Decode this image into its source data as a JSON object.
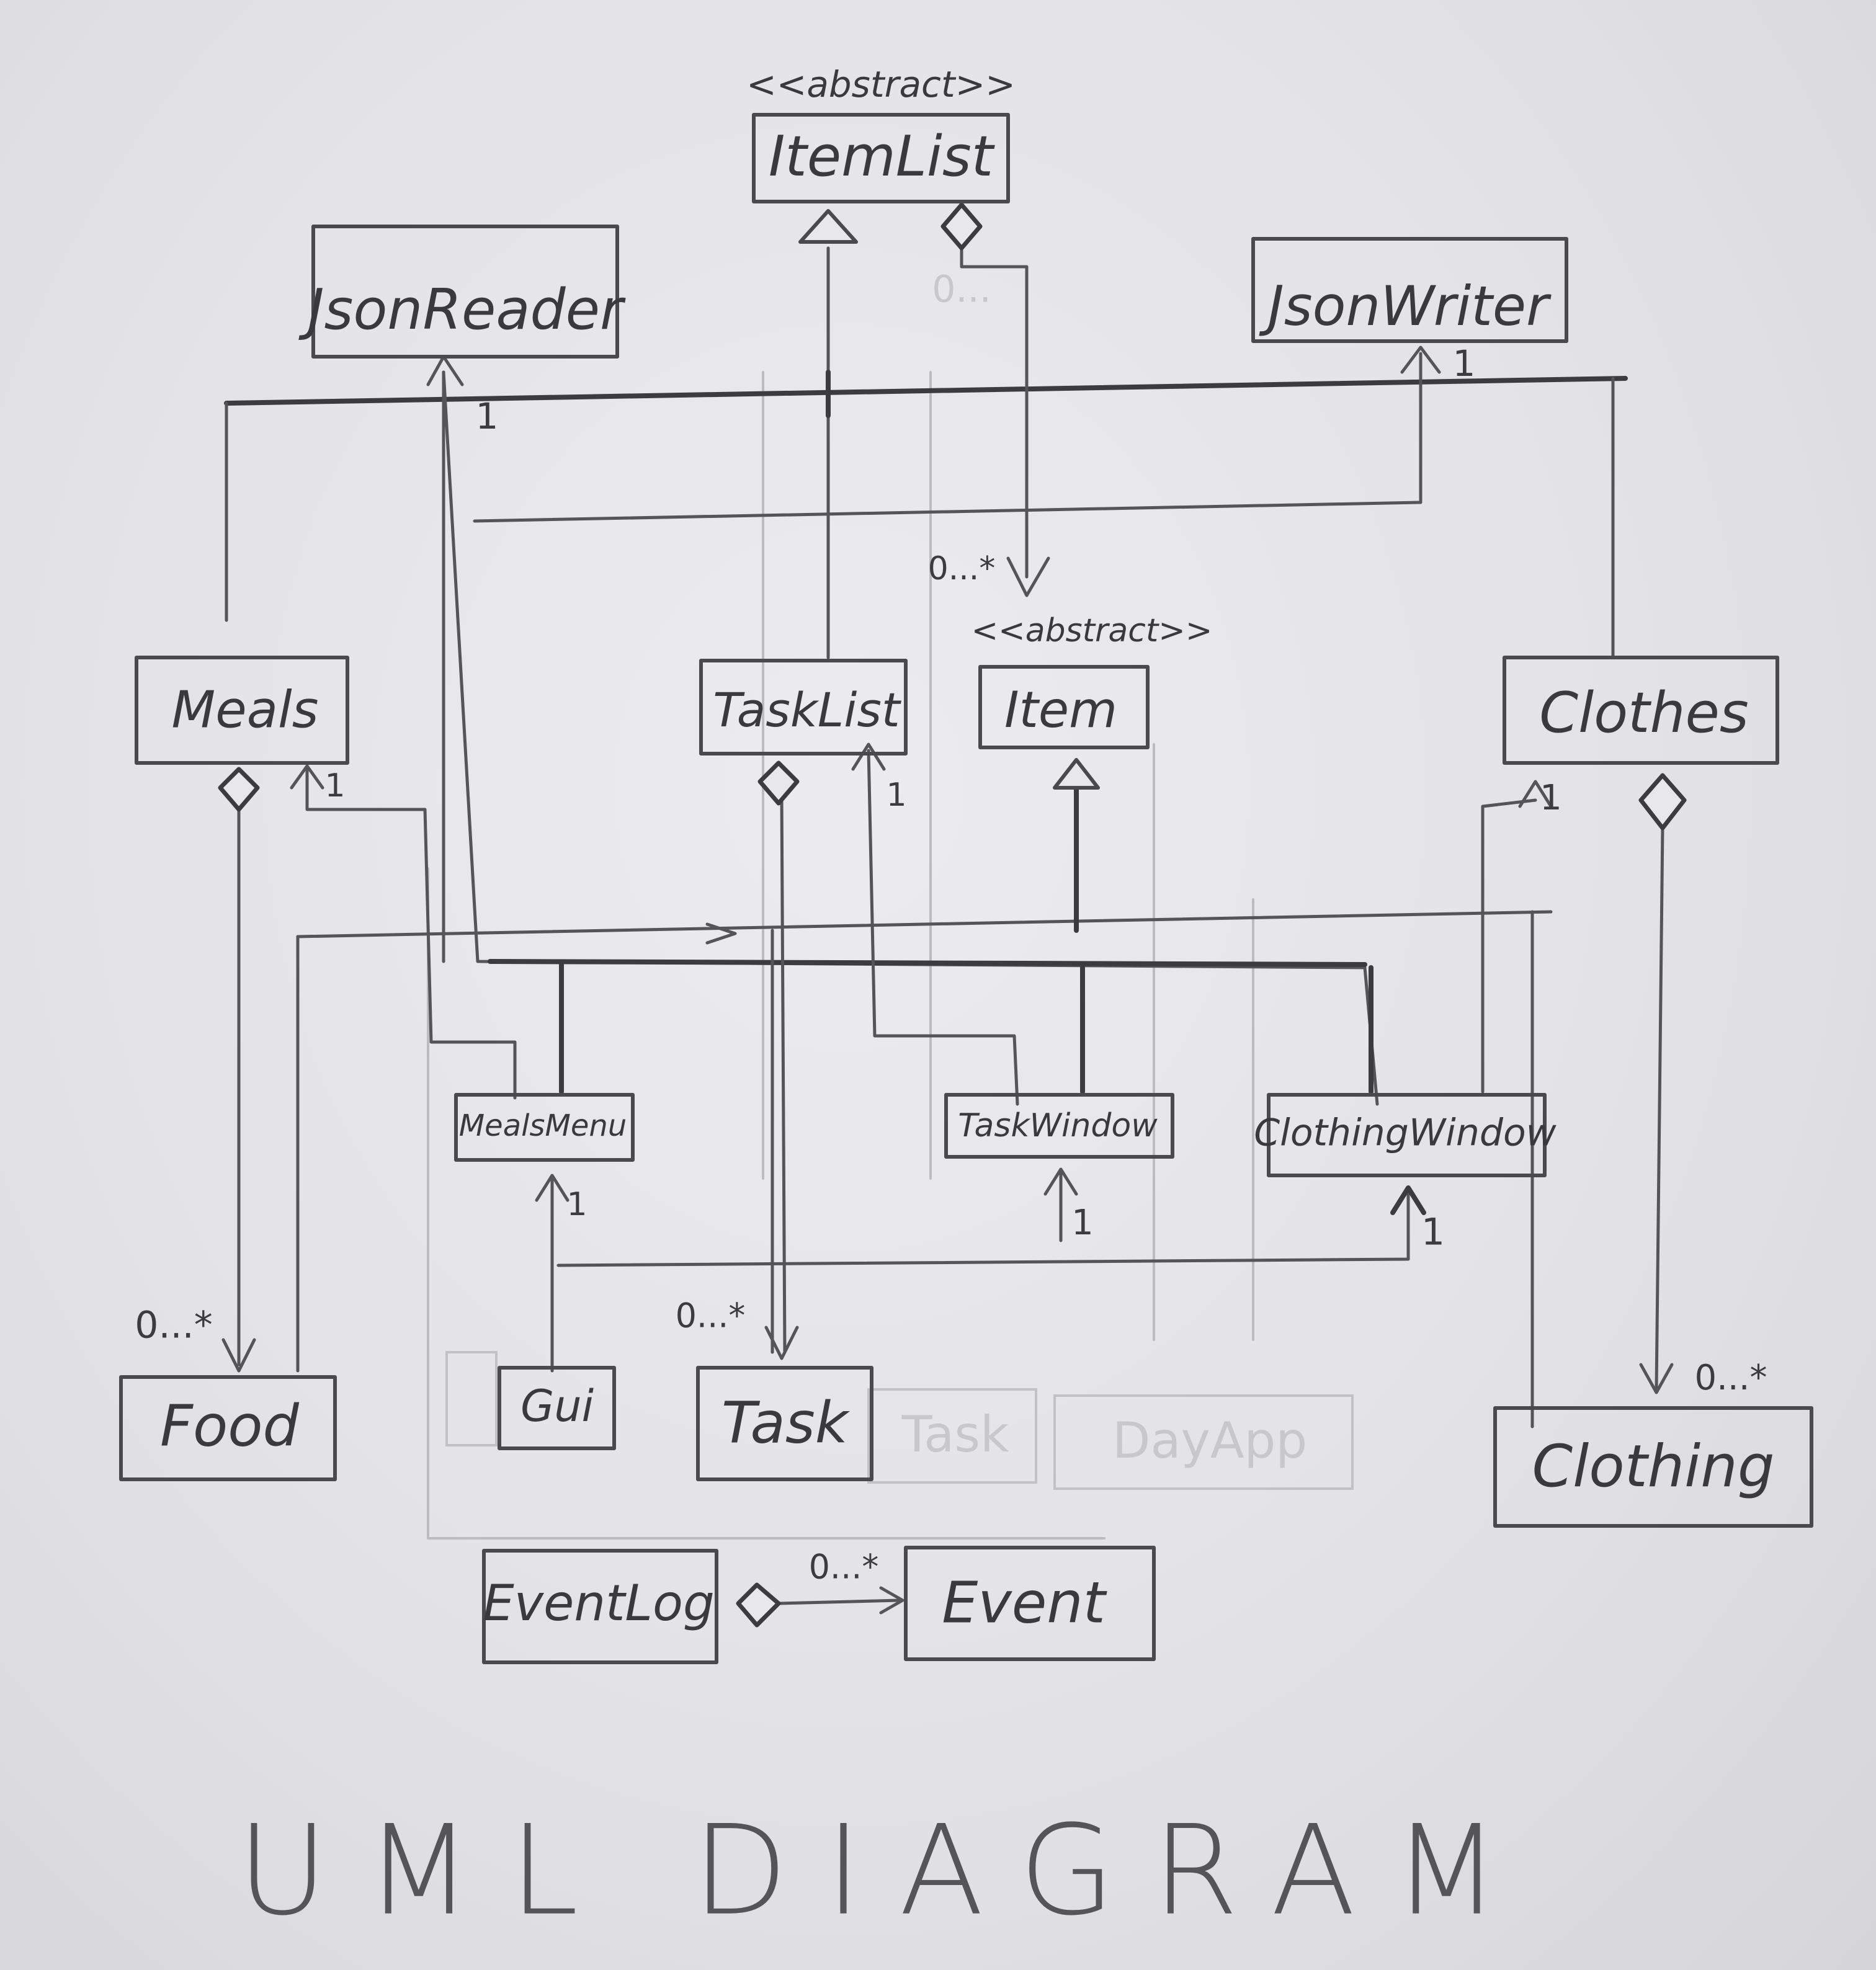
{
  "title": "UML DIAGRAM",
  "classes": {
    "itemlist": {
      "name": "ItemList",
      "stereotype": "<<abstract>>"
    },
    "jsonreader": {
      "name": "JsonReader"
    },
    "jsonwriter": {
      "name": "JsonWriter"
    },
    "meals": {
      "name": "Meals"
    },
    "tasklist": {
      "name": "TaskList"
    },
    "item": {
      "name": "Item",
      "stereotype": "<<abstract>>"
    },
    "clothes": {
      "name": "Clothes"
    },
    "mealsmenu": {
      "name": "MealsMenu"
    },
    "taskwindow": {
      "name": "TaskWindow"
    },
    "clothingwindow": {
      "name": "ClothingWindow"
    },
    "food": {
      "name": "Food"
    },
    "gui": {
      "name": "Gui"
    },
    "task": {
      "name": "Task"
    },
    "clothing": {
      "name": "Clothing"
    },
    "eventlog": {
      "name": "EventLog"
    },
    "event": {
      "name": "Event"
    }
  },
  "erased_labels": {
    "task_faint": "Task",
    "dayapp_faint": "DayApp",
    "zero_faint": "0..."
  },
  "multiplicities": {
    "itemlist_item": "0...*",
    "jsonreader_1": "1",
    "jsonwriter_1": "1",
    "meals_1": "1",
    "meals_food": "0...*",
    "tasklist_1": "1",
    "tasklist_task": "0...*",
    "clothes_1": "1",
    "clothes_clothing": "0...*",
    "mealsmenu_1": "1",
    "taskwindow_1": "1",
    "clothingwindow_1": "1",
    "eventlog_event": "0...*"
  }
}
